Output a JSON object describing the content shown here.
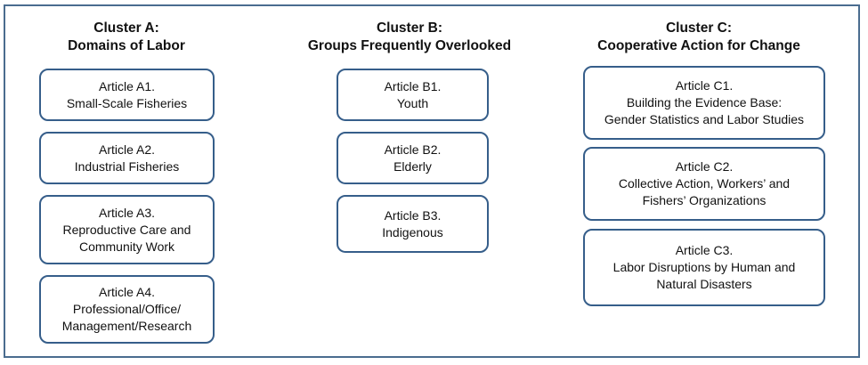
{
  "clusters": {
    "a": {
      "title": [
        "Cluster A:",
        "Domains of Labor"
      ],
      "articles": [
        {
          "lines": [
            "Article A1.",
            "Small-Scale Fisheries"
          ]
        },
        {
          "lines": [
            "Article A2.",
            "Industrial Fisheries"
          ]
        },
        {
          "lines": [
            "Article A3.",
            "Reproductive Care and",
            "Community Work"
          ]
        },
        {
          "lines": [
            "Article A4.",
            "Professional/Office/",
            "Management/Research"
          ]
        }
      ]
    },
    "b": {
      "title": [
        "Cluster B:",
        "Groups Frequently Overlooked"
      ],
      "articles": [
        {
          "lines": [
            "Article B1.",
            "Youth"
          ]
        },
        {
          "lines": [
            "Article B2.",
            "Elderly"
          ]
        },
        {
          "lines": [
            "Article B3.",
            "Indigenous"
          ]
        }
      ]
    },
    "c": {
      "title": [
        "Cluster C:",
        "Cooperative Action for Change"
      ],
      "articles": [
        {
          "lines": [
            "Article C1.",
            "Building the Evidence Base:",
            "Gender Statistics and Labor Studies"
          ]
        },
        {
          "lines": [
            "Article C2.",
            "Collective Action, Workers’ and",
            "Fishers’ Organizations"
          ]
        },
        {
          "lines": [
            "Article C3.",
            "Labor Disruptions by Human and",
            "Natural Disasters"
          ]
        }
      ]
    }
  },
  "colors": {
    "frame": "#4a6c8f",
    "box_border": "#365e8a"
  }
}
